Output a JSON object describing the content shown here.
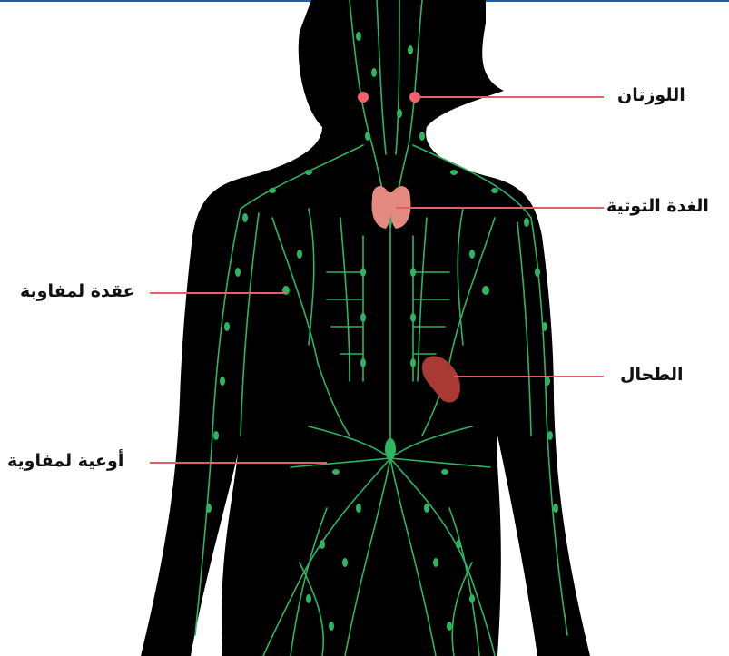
{
  "labels": {
    "tonsils": "اللوزتان",
    "thymus": "الغدة التوتية",
    "lymph_node": "عقدة لمفاوية",
    "spleen": "الطحال",
    "lymph_vessels": "أوعية لمفاوية"
  },
  "colors": {
    "silhouette": "#000000",
    "lymph": "#2db563",
    "leader": "#e0606a",
    "tonsil": "#f0626c",
    "thymus": "#e58a80",
    "spleen": "#a83a33",
    "rule": "#1f5ea8"
  }
}
